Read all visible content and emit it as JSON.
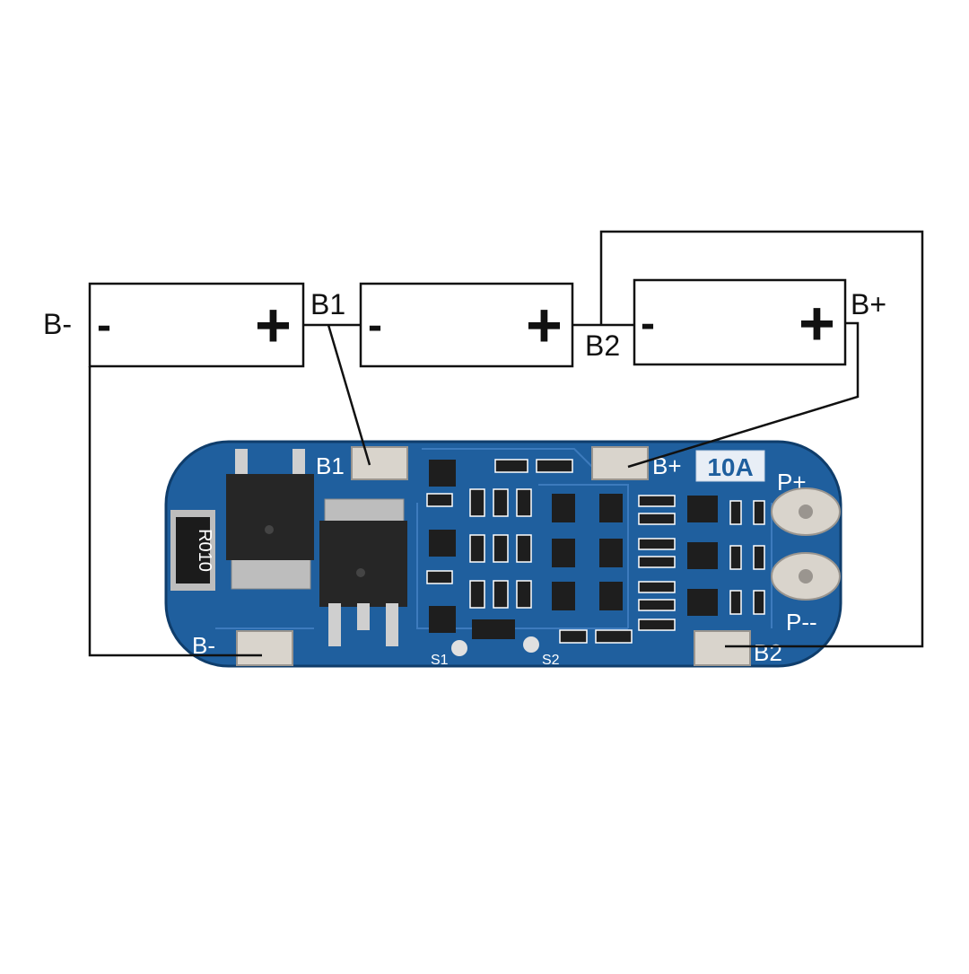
{
  "diagram": {
    "labels": {
      "b_minus": "B-",
      "b1": "B1",
      "b2": "B2",
      "b_plus": "B+"
    },
    "cells": [
      {
        "minus": "-",
        "plus": "+"
      },
      {
        "minus": "-",
        "plus": "+"
      },
      {
        "minus": "-",
        "plus": "+"
      }
    ]
  },
  "board": {
    "pads": {
      "b1": "B1",
      "b_plus": "B+",
      "b_minus": "B-",
      "b2": "B2"
    },
    "current_rating": "10A",
    "p_plus": "P+",
    "p_minus": "P--",
    "switch_s1": "S1",
    "switch_s2": "S2",
    "resistor_code": "R010"
  },
  "colors": {
    "pcb": "#1f5f9e",
    "pcb_dark": "#144a80",
    "pad": "#d9d4cc",
    "component": "#222222",
    "wire": "#111111"
  }
}
